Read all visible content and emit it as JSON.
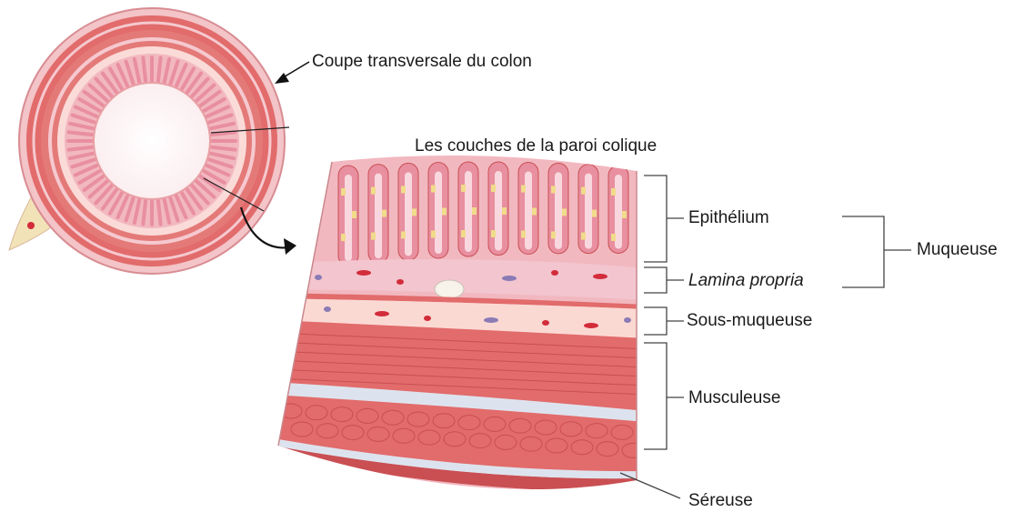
{
  "diagram": {
    "cross_section_caption": "Coupe transversale du colon",
    "wall_layers_title": "Les couches de la paroi colique",
    "layers": [
      {
        "label": "Epithélium",
        "italic": false
      },
      {
        "label": "Lamina propria",
        "italic": true
      },
      {
        "label": "Sous-muqueuse",
        "italic": false
      },
      {
        "label": "Musculeuse",
        "italic": false
      },
      {
        "label": "Séreuse",
        "italic": false
      }
    ],
    "group_label": "Muqueuse"
  },
  "colors": {
    "outer_ring": "#e8a0a4",
    "muscle": "#e26b6b",
    "muscle_dark": "#c94f52",
    "mucosa": "#f2b8c0",
    "villi": "#e88fa0",
    "submucosa": "#fbd9d3",
    "pale_band": "#dde3ee",
    "goblet": "#f0dc8a",
    "vessel_red": "#d22b3a",
    "vessel_purple": "#8a7bb5",
    "line": "#222222"
  }
}
